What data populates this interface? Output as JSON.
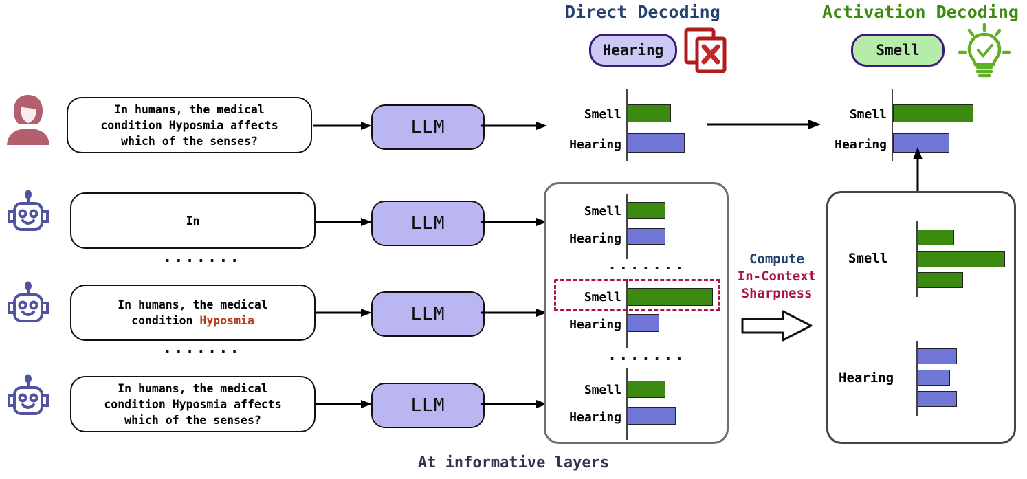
{
  "headers": {
    "direct": {
      "title": "Direct Decoding",
      "color": "#23406e",
      "answer": "Hearing",
      "answer_pill_bg": "#cdc9f5",
      "verdict_icon": "cross-document-icon",
      "verdict_color": "#b01c1c"
    },
    "activation": {
      "title": "Activation Decoding",
      "color": "#3c8a0e",
      "answer": "Smell",
      "answer_pill_bg": "#b5ecaa",
      "verdict_icon": "lightbulb-check-icon",
      "verdict_color": "#5fb026"
    }
  },
  "rows": [
    {
      "speaker": "user-avatar",
      "text_plain": "In humans, the medical condition Hyposmia affects which of the senses?",
      "lines": [
        {
          "parts": [
            {
              "t": "In humans, the medical"
            }
          ]
        },
        {
          "parts": [
            {
              "t": "condition Hyposmia affects"
            }
          ]
        },
        {
          "parts": [
            {
              "t": "which of the senses?"
            }
          ]
        }
      ],
      "model": "LLM"
    },
    {
      "speaker": "bot-avatar",
      "text_plain": "In",
      "lines": [
        {
          "parts": [
            {
              "t": "In"
            }
          ]
        }
      ],
      "model": "LLM"
    },
    {
      "speaker": "bot-avatar",
      "text_plain": "In humans, the medical condition Hyposmia",
      "lines": [
        {
          "parts": [
            {
              "t": "In humans, the medical"
            }
          ]
        },
        {
          "parts": [
            {
              "t": "condition "
            },
            {
              "t": "Hyposmia",
              "hl": true
            }
          ]
        }
      ],
      "model": "LLM"
    },
    {
      "speaker": "bot-avatar",
      "text_plain": "In humans, the medical condition Hyposmia affects which of the senses?",
      "lines": [
        {
          "parts": [
            {
              "t": "In humans, the medical"
            }
          ]
        },
        {
          "parts": [
            {
              "t": "condition Hyposmia affects"
            }
          ]
        },
        {
          "parts": [
            {
              "t": "which of the senses?"
            }
          ]
        }
      ],
      "model": "LLM"
    }
  ],
  "ellipsis": "·······",
  "labels": {
    "smell": "Smell",
    "hearing": "Hearing"
  },
  "compute": {
    "line1": "Compute",
    "line2": "In-Context",
    "line3": "Sharpness",
    "line1_color": "#23406e",
    "accent_color": "#aa1540"
  },
  "footer": "At informative layers",
  "colors": {
    "smell_bar": "#3c8a10",
    "hearing_bar": "#6f76d6",
    "llm_box": "#b9b6f2",
    "highlight_dash": "#aa1540",
    "user_avatar": "#b3606e",
    "bot_avatar": "#50539e",
    "hyposmia_text": "#b03a1a"
  },
  "chart_data": [
    {
      "id": "direct-output-distribution",
      "type": "bar",
      "orientation": "horizontal",
      "title": "Direct Decoding output distribution",
      "categories": [
        "Smell",
        "Hearing"
      ],
      "values": [
        0.62,
        0.82
      ],
      "colors": [
        "#3c8a10",
        "#6f76d6"
      ],
      "xlim": [
        0,
        1.0
      ],
      "grid": false,
      "legend": "none"
    },
    {
      "id": "layer-distributions-panel",
      "type": "bar",
      "orientation": "horizontal",
      "title": "Per-prompt next-token distributions across layers",
      "subcharts": [
        {
          "name": "prompt-In",
          "categories": [
            "Smell",
            "Hearing"
          ],
          "values": [
            0.52,
            0.52
          ]
        },
        {
          "name": "prompt-Hyposmia",
          "categories": [
            "Smell",
            "Hearing"
          ],
          "values": [
            0.98,
            0.34
          ],
          "highlighted": true
        },
        {
          "name": "prompt-full-question",
          "categories": [
            "Smell",
            "Hearing"
          ],
          "values": [
            0.52,
            0.63
          ]
        }
      ],
      "colors": [
        "#3c8a10",
        "#6f76d6"
      ],
      "xlim": [
        0,
        1.0
      ],
      "grid": false,
      "legend": "none"
    },
    {
      "id": "in-context-sharpness-panel",
      "type": "bar",
      "orientation": "horizontal",
      "title": "In-context sharpness per candidate at informative layers",
      "groups": [
        {
          "name": "Smell",
          "values": [
            0.42,
            0.98,
            0.5
          ],
          "color": "#3c8a10"
        },
        {
          "name": "Hearing",
          "values": [
            0.45,
            0.37,
            0.45
          ],
          "color": "#6f76d6"
        }
      ],
      "xlim": [
        0,
        1.0
      ],
      "grid": false,
      "legend": "none"
    },
    {
      "id": "activation-output-distribution",
      "type": "bar",
      "orientation": "horizontal",
      "title": "Activation Decoding output distribution",
      "categories": [
        "Smell",
        "Hearing"
      ],
      "values": [
        0.92,
        0.62
      ],
      "colors": [
        "#3c8a10",
        "#6f76d6"
      ],
      "xlim": [
        0,
        1.0
      ],
      "grid": false,
      "legend": "none"
    }
  ]
}
